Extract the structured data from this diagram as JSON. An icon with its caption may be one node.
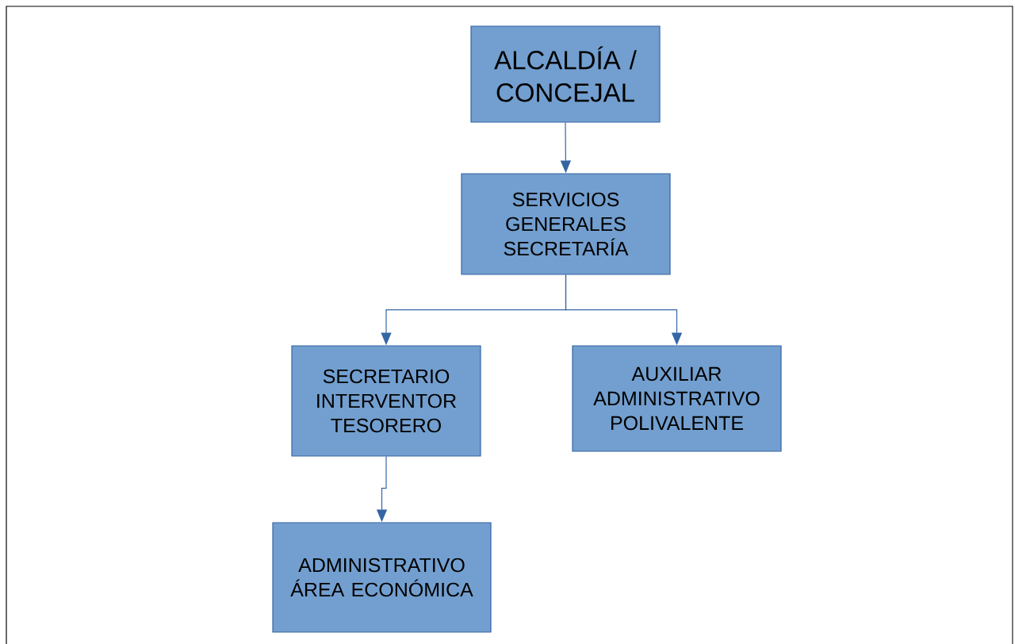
{
  "diagram": {
    "nodes": [
      {
        "text": [
          "ALCALDÍA / CONCEJAL"
        ]
      },
      {
        "text": [
          "SERVICIOS GENERALES SECRETARÍA"
        ]
      },
      {
        "text": [
          "SECRETARIO INTERVENTOR TESORERO"
        ]
      },
      {
        "text": [
          "AUXILIAR ADMINISTRATIVO POLIVALENTE"
        ]
      },
      {
        "text": [
          "ADMINISTRATIVO ÁREA ECONÓMICA"
        ]
      }
    ],
    "edges": [
      {
        "from": 0,
        "to": 1,
        "arrow": "to"
      },
      {
        "from": 1,
        "to": 2,
        "arrow": "to"
      },
      {
        "from": 1,
        "to": 3,
        "arrow": "to"
      },
      {
        "from": 2,
        "to": 4,
        "arrow": "to"
      }
    ]
  }
}
